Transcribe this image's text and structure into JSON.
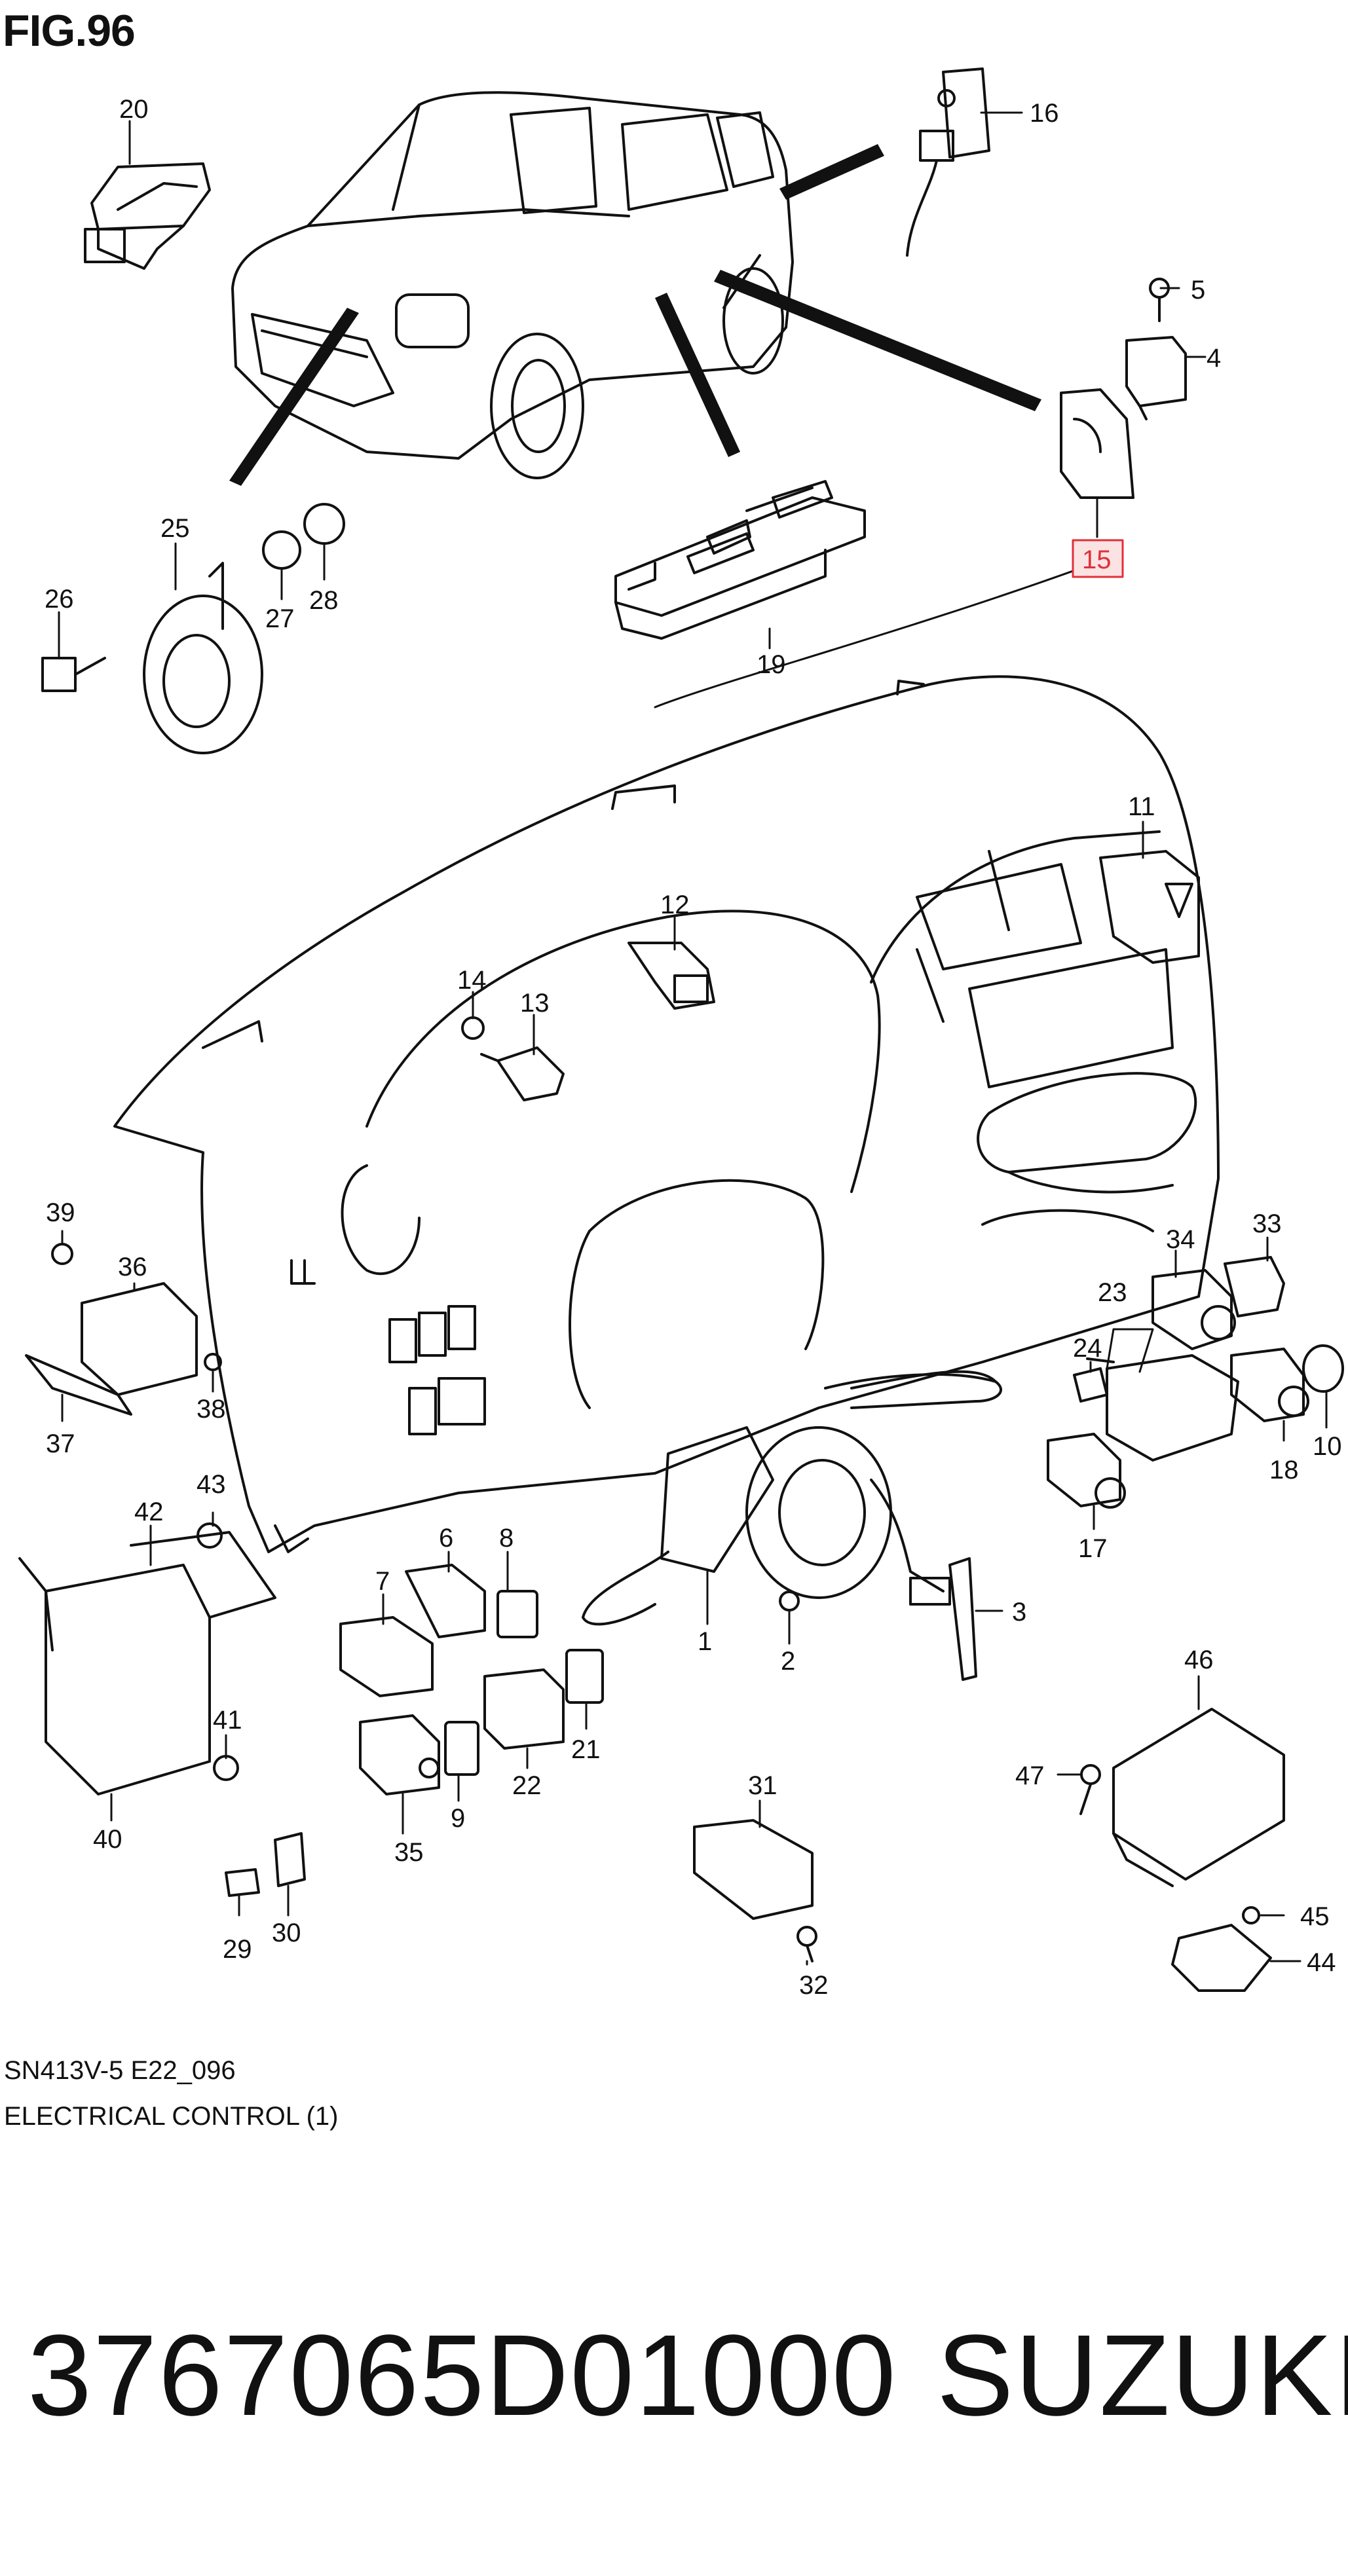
{
  "figure": {
    "title": "FIG.96",
    "code": "SN413V-5 E22_096",
    "description": "ELECTRICAL CONTROL (1)"
  },
  "part_number": "3767065D01000",
  "brand": "SUZUKI",
  "highlight_color": "#e0303a",
  "callouts": [
    "1",
    "2",
    "3",
    "4",
    "5",
    "6",
    "7",
    "8",
    "9",
    "10",
    "11",
    "12",
    "13",
    "14",
    "15",
    "16",
    "17",
    "18",
    "19",
    "20",
    "21",
    "22",
    "23",
    "24",
    "25",
    "26",
    "27",
    "28",
    "29",
    "30",
    "31",
    "32",
    "33",
    "34",
    "35",
    "36",
    "37",
    "38",
    "39",
    "40",
    "41",
    "42",
    "43",
    "44",
    "45",
    "46",
    "47"
  ],
  "highlighted_callout": "15"
}
